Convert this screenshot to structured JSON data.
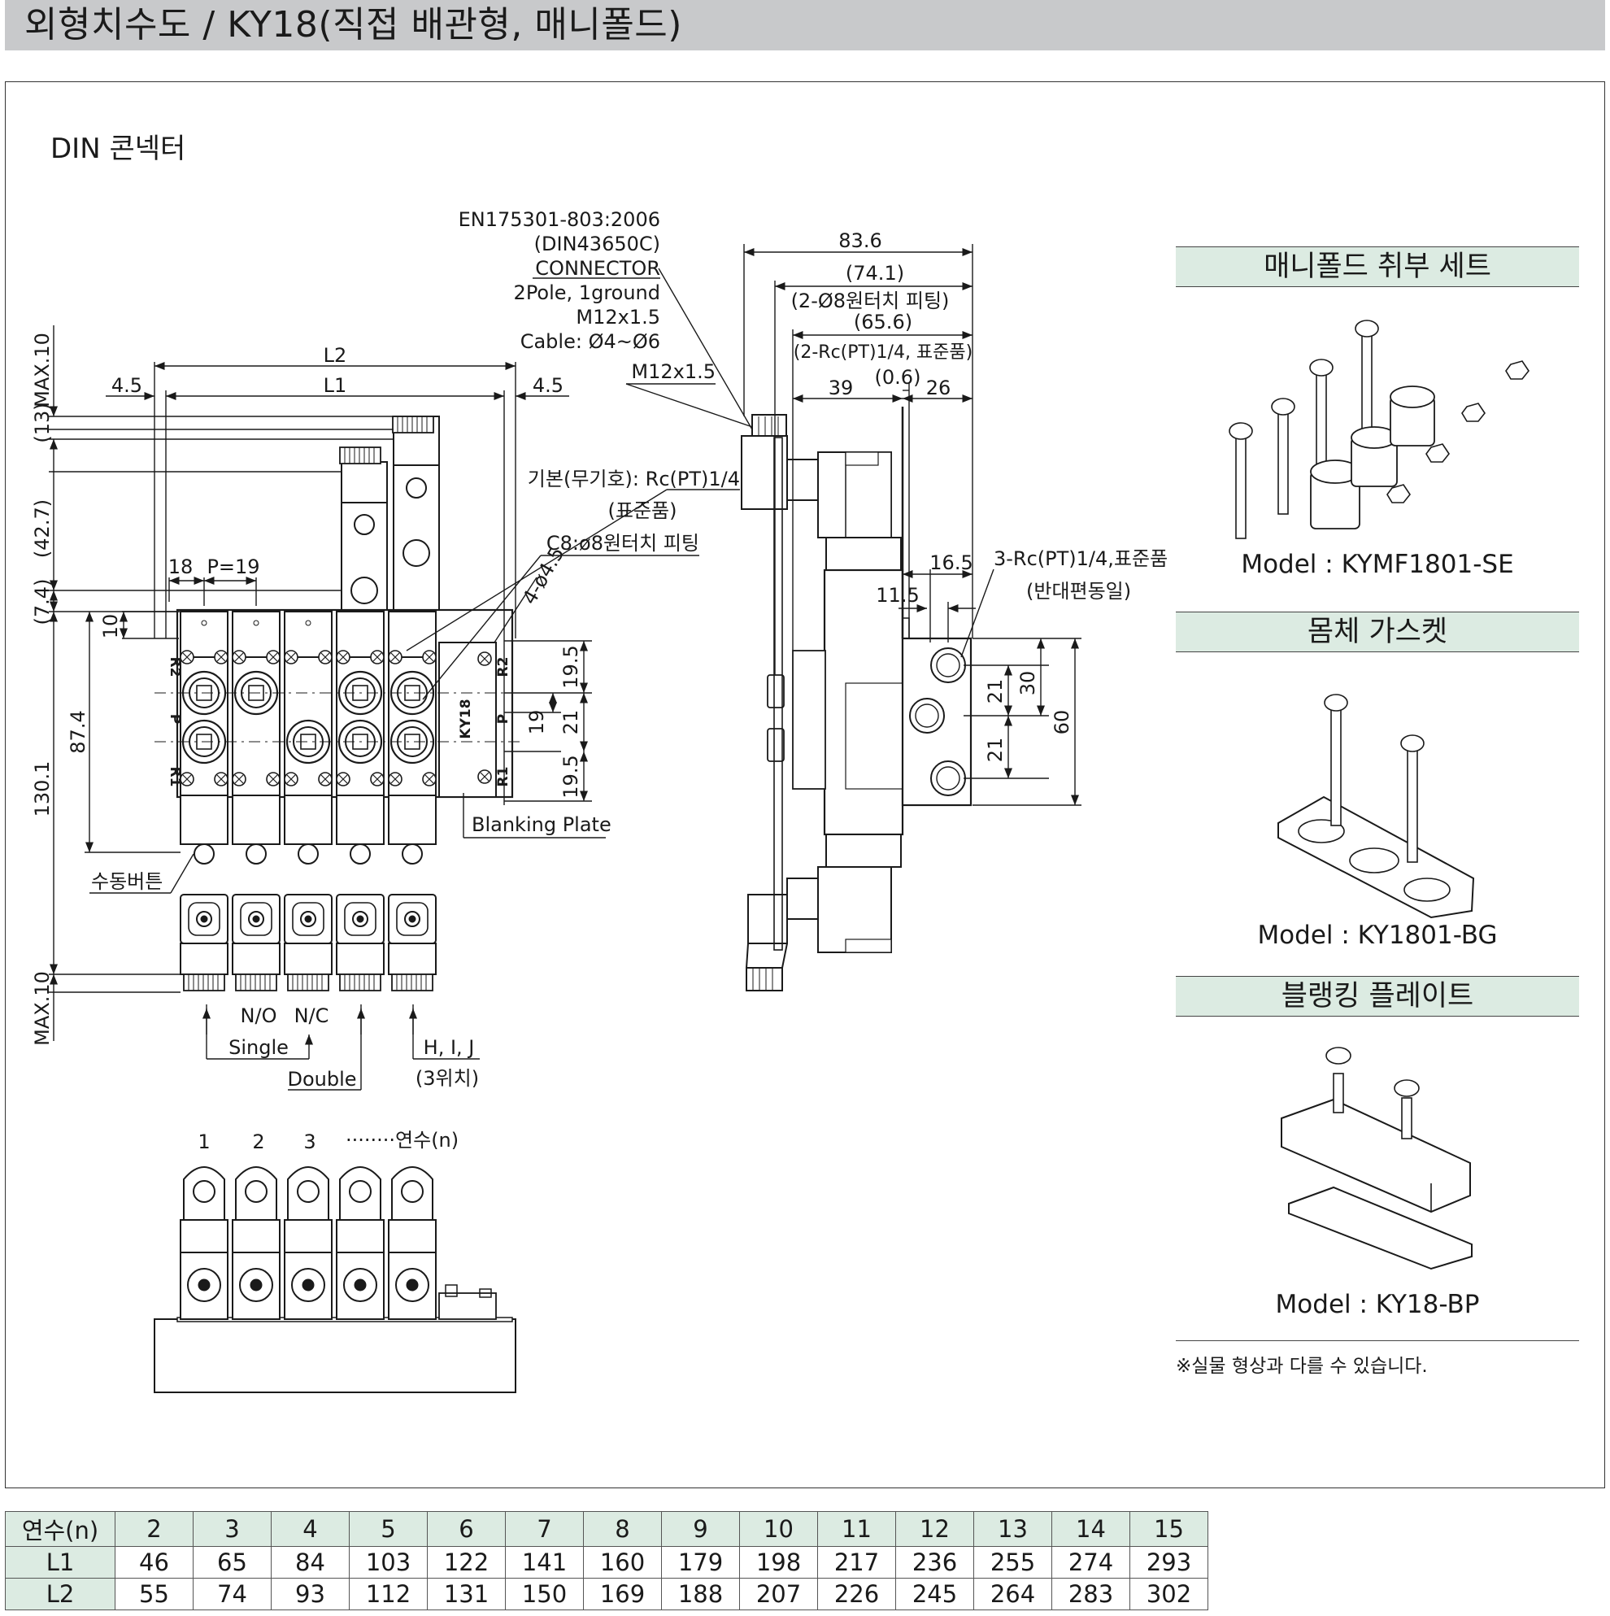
{
  "title": "외형치수도 / KY18(직접 배관형, 매니폴드)",
  "subtitle": "DIN 콘넥터",
  "connector_callout": [
    "EN175301-803:2006",
    "(DIN43650C)",
    "CONNECTOR",
    "2Pole, 1ground",
    "M12x1.5",
    "Cable: Ø4~Ø6"
  ],
  "front_view": {
    "l2_label": "L2",
    "l1_label": "L1",
    "left_margin": "4.5",
    "right_margin": "4.5",
    "m12_label": "M12x1.5",
    "port_note_1": "기본(무기호): Rc(PT)1/4",
    "port_note_2": "(표준품)",
    "port_note_3": "C8:ø8원터치 피팅",
    "pitch_18": "18",
    "pitch_p19": "P=19",
    "dim_10": "10",
    "hole_label": "4-ø4.5",
    "v_13": "(13)",
    "v_max10_top": "MAX.10",
    "v_42_7": "(42.7)",
    "v_7_4": "(7.4)",
    "v_87_4": "87.4",
    "v_130_1": "130.1",
    "v_max10_bottom": "MAX.10",
    "r_19_5_top": "19.5",
    "r_19": "19",
    "r_21": "21",
    "r_19_5_bottom": "19.5",
    "port_r2": "R2",
    "port_p": "P",
    "port_r1": "R1",
    "model_mark": "KY18",
    "blanking_plate": "Blanking Plate",
    "manual_button": "수동버튼",
    "no_label": "N/O",
    "nc_label": "N/C",
    "single_label": "Single",
    "double_label": "Double",
    "hij_label": "H, I, J",
    "pos3_label": "(3위치)"
  },
  "side_view": {
    "d_83_6": "83.6",
    "d_74_1": "(74.1)",
    "fitting_1": "(2-Ø8원터치 피팅)",
    "d_65_6": "(65.6)",
    "fitting_2": "(2-Rc(PT)1/4, 표준품)",
    "d_0_6": "(0.6)",
    "d_39": "39",
    "d_26": "26",
    "d_16_5": "16.5",
    "d_11_5": "11.5",
    "side_port_1": "3-Rc(PT)1/4,표준품",
    "side_port_2": "(반대편동일)",
    "d_21_a": "21",
    "d_30": "30",
    "d_21_b": "21",
    "d_60": "60"
  },
  "top_view": {
    "n1": "1",
    "n2": "2",
    "n3": "3",
    "series": "········연수(n)"
  },
  "accessories": [
    {
      "header": "매니폴드 취부 세트",
      "model": "Model : KYMF1801-SE"
    },
    {
      "header": "몸체 가스켓",
      "model": "Model : KY1801-BG"
    },
    {
      "header": "블랭킹 플레이트",
      "model": "Model : KY18-BP"
    }
  ],
  "accessory_note": "※실물 형상과 다를 수 있습니다.",
  "table": {
    "header_label": "연수(n)",
    "columns": [
      "2",
      "3",
      "4",
      "5",
      "6",
      "7",
      "8",
      "9",
      "10",
      "11",
      "12",
      "13",
      "14",
      "15"
    ],
    "rows": [
      {
        "label": "L1",
        "values": [
          "46",
          "65",
          "84",
          "103",
          "122",
          "141",
          "160",
          "179",
          "198",
          "217",
          "236",
          "255",
          "274",
          "293"
        ]
      },
      {
        "label": "L2",
        "values": [
          "55",
          "74",
          "93",
          "112",
          "131",
          "150",
          "169",
          "188",
          "207",
          "226",
          "245",
          "264",
          "283",
          "302"
        ]
      }
    ]
  },
  "colors": {
    "header_bg": "#c8c9cb",
    "section_bg": "#dcebe2",
    "line": "#1a1a1a"
  }
}
